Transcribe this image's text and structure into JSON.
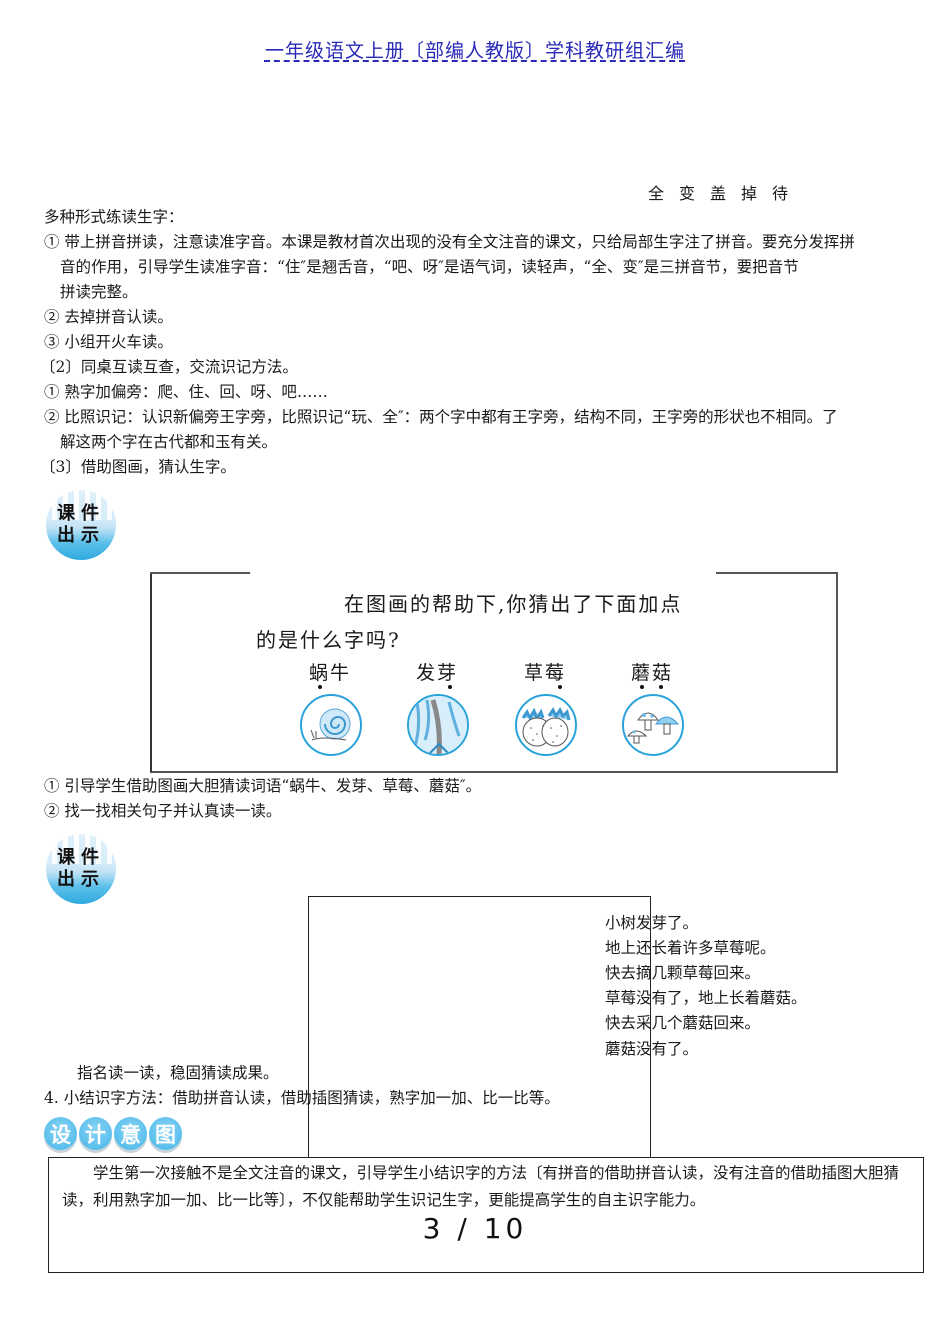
{
  "header": {
    "title": "一年级语文上册〔部编人教版〕学科教研组汇编",
    "link_color": "#2a2ab8"
  },
  "new_characters": "全变盖掉待",
  "section_practice": {
    "heading": "多种形式练读生字：",
    "item1_line1": "① 带上拼音拼读，注意读准字音。本课是教材首次出现的没有全文注音的课文，只给局部生字注了拼音。要充分发挥拼",
    "item1_line2": "音的作用，引导学生读准字音：“住″是翘舌音，“吧、呀″是语气词，读轻声，“全、变″是三拼音节，要把音节",
    "item1_line3": "拼读完整。",
    "item2": "② 去掉拼音认读。",
    "item3": "③ 小组开火车读。"
  },
  "section_peer": {
    "heading": "〔2〕同桌互读互查，交流识记方法。",
    "item1": "① 熟字加偏旁：爬、住、回、呀、吧……",
    "item2_line1": "② 比照识记：认识新偏旁王字旁，比照识记“玩、全″：两个字中都有王字旁，结构不同，王字旁的形状也不相同。了",
    "item2_line2": "解这两个字在古代都和玉有关。"
  },
  "section_pictures": {
    "heading": "〔3〕借助图画，猜认生字。"
  },
  "courseware_badge": {
    "line1": "课件",
    "line2": "出示",
    "color": "#2fa9e0"
  },
  "courseware1": {
    "prompt_line1": "在图画的帮助下,你猜出了下面加点",
    "prompt_line2": "的是什么字吗?",
    "words": [
      {
        "label": "蜗牛",
        "icon": "snail-icon",
        "dots": [
          0
        ]
      },
      {
        "label": "发芽",
        "icon": "sprouting-tree-icon",
        "dots": [
          1
        ]
      },
      {
        "label": "草莓",
        "icon": "strawberry-icon",
        "dots": [
          1
        ]
      },
      {
        "label": "蘑菇",
        "icon": "mushroom-icon",
        "dots": [
          0,
          1
        ]
      }
    ]
  },
  "after_pictures": {
    "item1": "① 引导学生借助图画大胆猜读词语“蜗牛、发芽、草莓、蘑菇″。",
    "item2": "② 找一找相关句子并认真读一读。"
  },
  "courseware2": {
    "sentences": [
      "小树发芽了。",
      "地上还长着许多草莓呢。",
      "快去摘几颗草莓回来。",
      "草莓没有了，地上长着蘑菇。",
      "快去采几个蘑菇回来。",
      "蘑菇没有了。"
    ]
  },
  "consolidate": "指名读一读，稳固猜读成果。",
  "summary": "4. 小结识字方法：借助拼音认读，借助插图猜读，熟字加一加、比一比等。",
  "design_intent": {
    "badge_chars": [
      "设",
      "计",
      "意",
      "图"
    ],
    "badge_color": "#45b5e8",
    "text": "学生第一次接触不是全文注音的课文，引导学生小结识字的方法〔有拼音的借助拼音认读，没有注音的借助插图大胆猜读，利用熟字加一加、比一比等〕，不仅能帮助学生识记生字，更能提高学生的自主识字能力。"
  },
  "pagination": {
    "current": "3",
    "total": "10",
    "label": "3 / 10"
  }
}
